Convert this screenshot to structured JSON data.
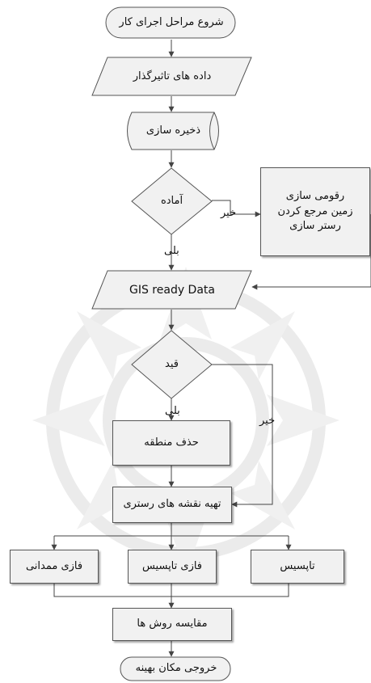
{
  "colors": {
    "fill": "#f1f1f1",
    "stroke": "#555555",
    "arrow": "#444444",
    "watermark": "#ececec"
  },
  "nodes": {
    "start": "شروع مراحل اجرای کار",
    "input_data": "داده های تاثیرگذار",
    "storage": "ذخیره سازی",
    "ready_decision": "آماده",
    "prepare": "رقومی سازی\nزمین مرجع کردن\nرستر سازی",
    "gis_ready": "GIS ready Data",
    "constraint_decision": "قید",
    "remove_area": "حذف منطقه",
    "raster_maps": "تهیه نقشه های رستری",
    "method_fuzzy_dempster": "فازی ممدانی",
    "method_fuzzy_topsis": "فازی تاپسیس",
    "method_topsis": "تاپسیس",
    "compare": "مقایسه روش ها",
    "output": "خروجی مکان بهینه"
  },
  "edges": {
    "no_ready": "خیر",
    "yes_ready": "بلی",
    "yes_constraint": "بلی",
    "no_constraint": "خیر"
  }
}
